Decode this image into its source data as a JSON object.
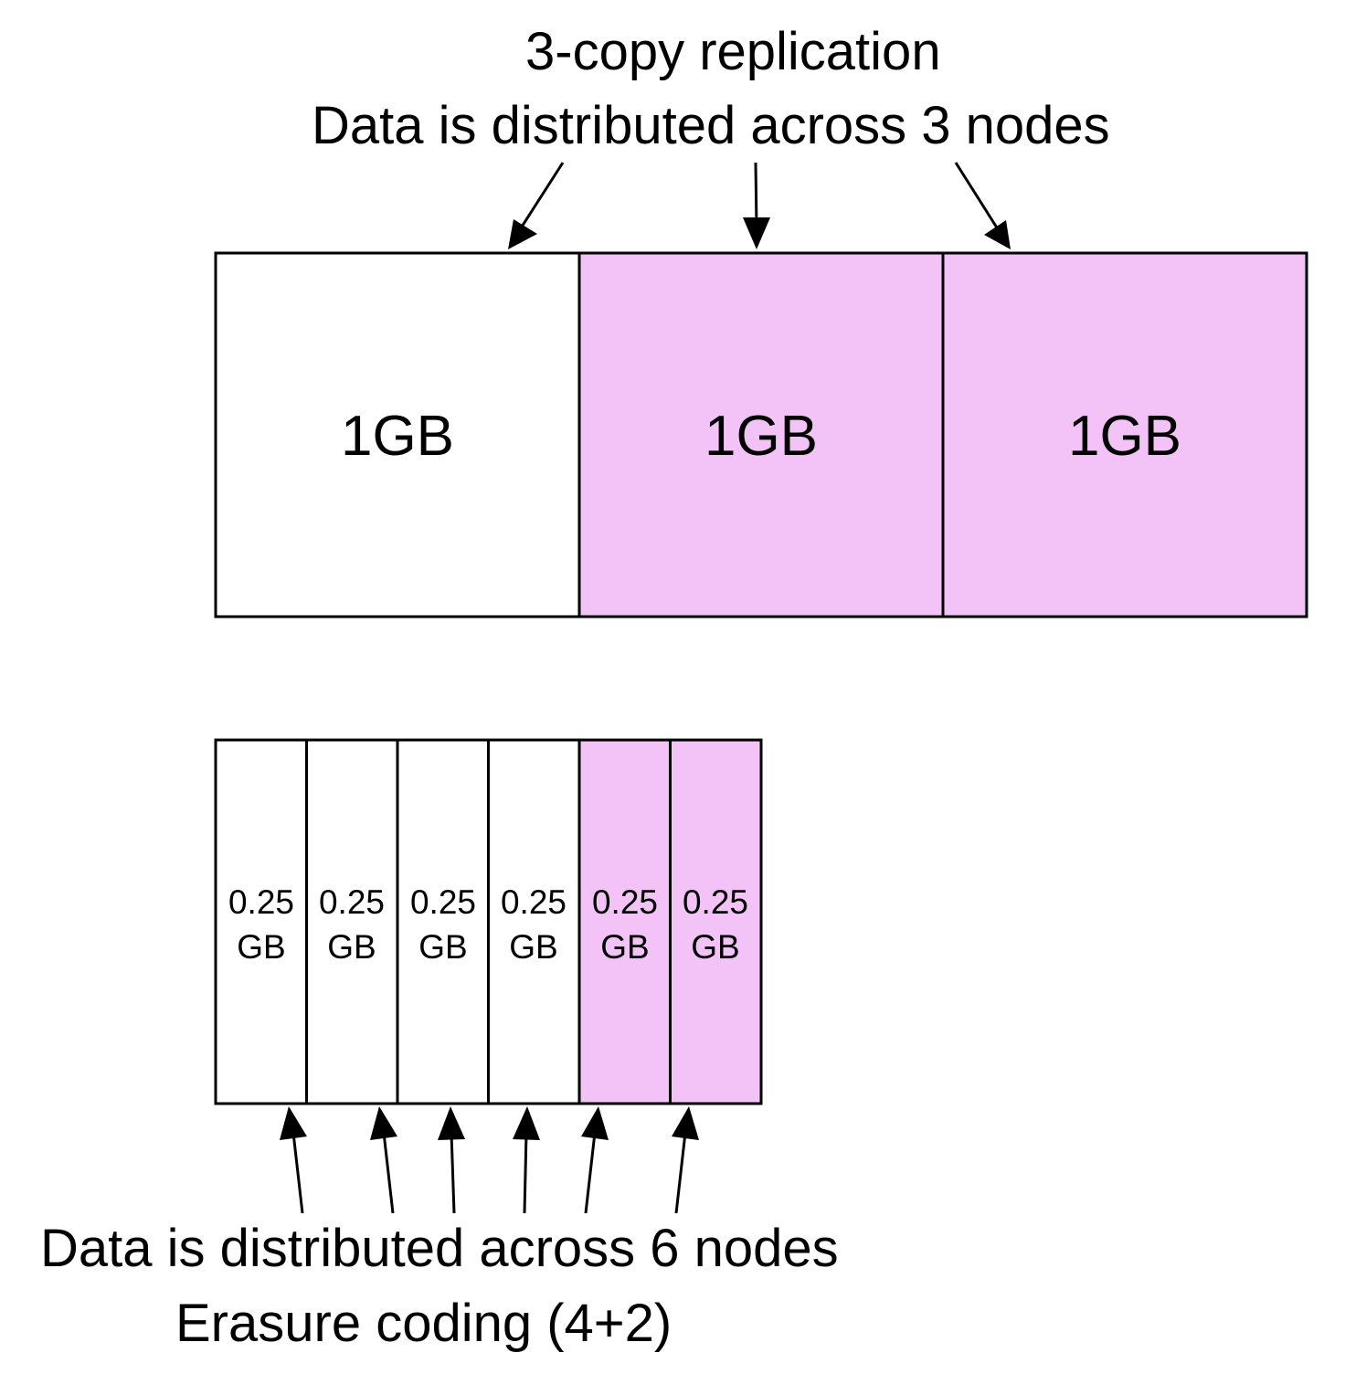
{
  "replication": {
    "title": "3-copy replication",
    "subtitle": "Data is distributed across 3 nodes",
    "blocks": [
      {
        "label": "1GB",
        "role": "data"
      },
      {
        "label": "1GB",
        "role": "copy"
      },
      {
        "label": "1GB",
        "role": "copy"
      }
    ]
  },
  "erasure": {
    "subtitle": "Data is distributed across 6 nodes",
    "title": "Erasure coding (4+2)",
    "blocks": [
      {
        "line1": "0.25",
        "line2": "GB",
        "role": "data"
      },
      {
        "line1": "0.25",
        "line2": "GB",
        "role": "data"
      },
      {
        "line1": "0.25",
        "line2": "GB",
        "role": "data"
      },
      {
        "line1": "0.25",
        "line2": "GB",
        "role": "data"
      },
      {
        "line1": "0.25",
        "line2": "GB",
        "role": "parity"
      },
      {
        "line1": "0.25",
        "line2": "GB",
        "role": "parity"
      }
    ]
  },
  "colors": {
    "data": "#ffffff",
    "copy": "#f3c3f8",
    "parity": "#f3c3f8",
    "stroke": "#000000"
  }
}
